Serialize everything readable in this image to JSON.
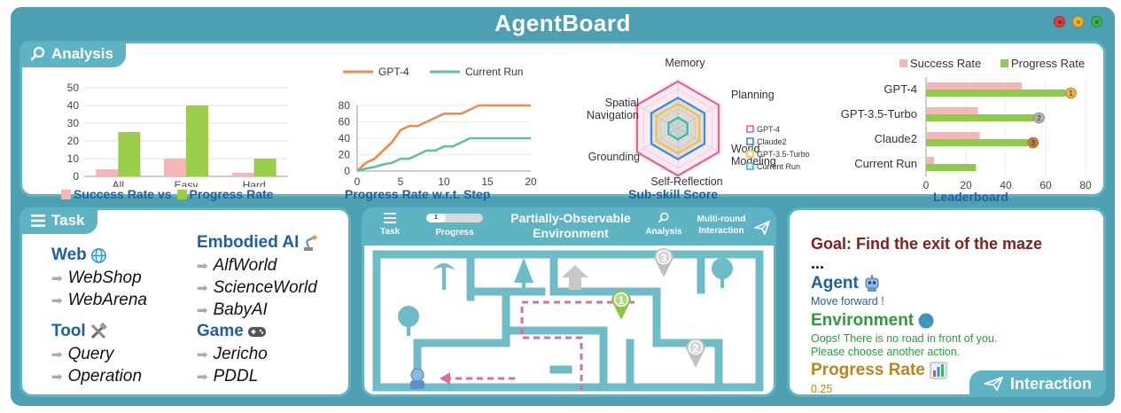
{
  "app": {
    "title": "AgentBoard"
  },
  "analysis": {
    "tab_label": "Analysis",
    "bar_chart": {
      "caption_part1": "Success Rate vs",
      "caption_part2": "Progress Rate"
    },
    "line_chart": {
      "caption": "Progress Rate w.r.t. Step"
    },
    "radar_chart": {
      "caption": "Sub-skill Score"
    },
    "leaderboard": {
      "caption": "Leaderboard"
    }
  },
  "chart_data": [
    {
      "type": "bar",
      "categories": [
        "All",
        "Easy",
        "Hard"
      ],
      "series": [
        {
          "name": "Success Rate",
          "values": [
            4,
            10,
            2
          ],
          "color": "#f4b6b6"
        },
        {
          "name": "Progress Rate",
          "values": [
            25,
            40,
            10
          ],
          "color": "#9acd4a"
        }
      ],
      "ylim": [
        0,
        50
      ],
      "yticks": [
        0,
        10,
        20,
        30,
        40,
        50
      ]
    },
    {
      "type": "line",
      "series": [
        {
          "name": "GPT-4",
          "color": "#f08a4b",
          "x": [
            0,
            1,
            2,
            3,
            4,
            5,
            6,
            7,
            8,
            9,
            10,
            11,
            12,
            13,
            14,
            15,
            16,
            17,
            18,
            19,
            20
          ],
          "y": [
            0,
            10,
            15,
            25,
            35,
            50,
            55,
            55,
            60,
            65,
            70,
            70,
            70,
            75,
            80,
            80,
            80,
            80,
            80,
            80,
            80
          ]
        },
        {
          "name": "Current Run",
          "color": "#5cc29a",
          "x": [
            0,
            1,
            2,
            3,
            4,
            5,
            6,
            7,
            8,
            9,
            10,
            11,
            12,
            13,
            14,
            15,
            16,
            17,
            18,
            19,
            20
          ],
          "y": [
            0,
            3,
            5,
            8,
            10,
            15,
            15,
            20,
            25,
            25,
            30,
            30,
            35,
            40,
            40,
            40,
            40,
            40,
            40,
            40,
            40
          ]
        }
      ],
      "xlim": [
        0,
        20
      ],
      "ylim": [
        0,
        80
      ],
      "xticks": [
        0,
        5,
        10,
        15,
        20
      ],
      "yticks": [
        0,
        20,
        40,
        60,
        80
      ]
    },
    {
      "type": "radar",
      "axes": [
        "Memory",
        "Planning",
        "World Modeling",
        "Self-Reflection",
        "Grounding",
        "Spatial Navigation"
      ],
      "series": [
        {
          "name": "GPT-4",
          "color": "#e8609a",
          "values": [
            0.95,
            0.95,
            0.95,
            0.95,
            0.95,
            0.95
          ]
        },
        {
          "name": "Claude2",
          "color": "#3c8fd0",
          "values": [
            0.62,
            0.62,
            0.62,
            0.62,
            0.62,
            0.62
          ]
        },
        {
          "name": "GPT-3.5-Turbo",
          "color": "#f2c23c",
          "values": [
            0.5,
            0.5,
            0.5,
            0.5,
            0.5,
            0.5
          ]
        },
        {
          "name": "Current Run",
          "color": "#2bbfb0",
          "values": [
            0.22,
            0.22,
            0.22,
            0.22,
            0.22,
            0.22
          ]
        }
      ]
    },
    {
      "type": "bar",
      "orientation": "horizontal",
      "categories": [
        "GPT-4",
        "GPT-3.5-Turbo",
        "Claude2",
        "Current Run"
      ],
      "series": [
        {
          "name": "Success Rate",
          "values": [
            48,
            26,
            27,
            4
          ],
          "color": "#f4b6b6"
        },
        {
          "name": "Progress Rate",
          "values": [
            70,
            54,
            51,
            25
          ],
          "color": "#8fca48"
        }
      ],
      "medals": [
        "1",
        "2",
        "3",
        ""
      ],
      "xlim": [
        0,
        80
      ],
      "xticks": [
        0,
        20,
        40,
        60,
        80
      ]
    }
  ],
  "task": {
    "tab_label": "Task",
    "web": {
      "title": "Web",
      "items": [
        "WebShop",
        "WebArena"
      ]
    },
    "tool": {
      "title": "Tool",
      "items": [
        "Query",
        "Operation"
      ]
    },
    "embodied": {
      "title": "Embodied AI",
      "items": [
        "AlfWorld",
        "ScienceWorld",
        "BabyAI"
      ]
    },
    "game": {
      "title": "Game",
      "items": [
        "Jericho",
        "PDDL"
      ]
    }
  },
  "environment": {
    "title_line1": "Partially-Observable",
    "title_line2": "Environment",
    "task_label": "Task",
    "progress_label": "Progress",
    "progress_step": "1",
    "analysis_label": "Analysis",
    "multiround_line1": "Multi-round",
    "multiround_line2": "Interaction",
    "markers": [
      "1",
      "2",
      "3"
    ]
  },
  "interaction": {
    "tab_label": "Interaction",
    "goal": "Goal: Find the exit of the maze",
    "ellipsis": "...",
    "agent_heading": "Agent",
    "agent_text": "Move forward !",
    "env_heading": "Environment",
    "env_text_line1": "Oops! There is no road in front of you.",
    "env_text_line2": "Please choose another action.",
    "progress_heading": "Progress Rate",
    "progress_value": "0.25"
  }
}
